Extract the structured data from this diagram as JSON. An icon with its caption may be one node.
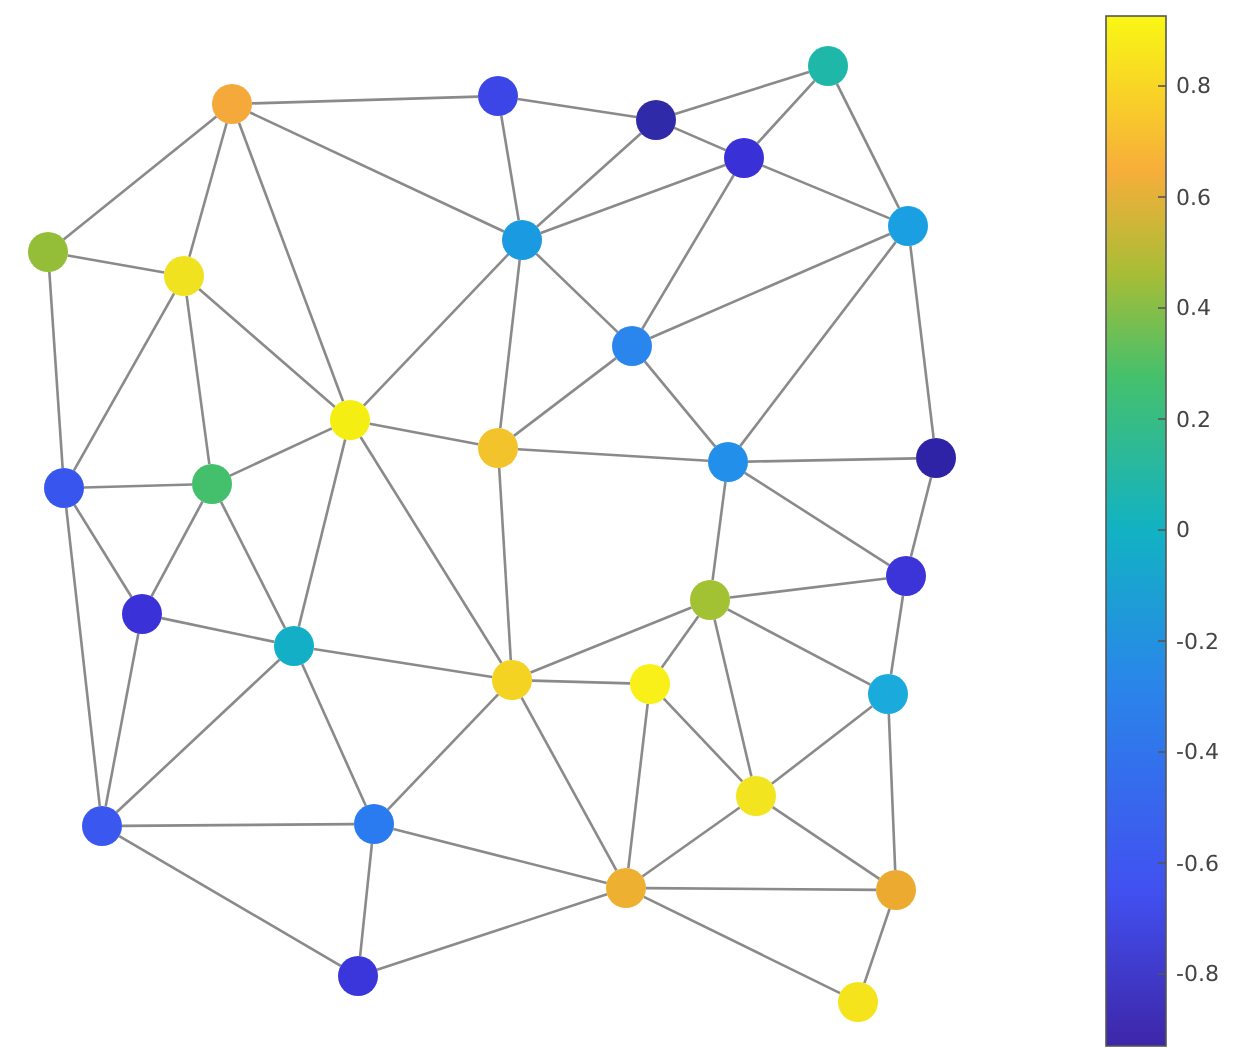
{
  "diagram": {
    "nodes": [
      {
        "text": [],
        "shape": "circle"
      },
      {
        "text": [],
        "shape": "circle"
      },
      {
        "text": [],
        "shape": "circle"
      },
      {
        "text": [],
        "shape": "circle"
      },
      {
        "text": [],
        "shape": "circle"
      },
      {
        "text": [],
        "shape": "circle"
      },
      {
        "text": [],
        "shape": "circle"
      },
      {
        "text": [],
        "shape": "circle"
      },
      {
        "text": [],
        "shape": "circle"
      },
      {
        "text": [],
        "shape": "circle"
      },
      {
        "text": [],
        "shape": "circle"
      },
      {
        "text": [],
        "shape": "circle"
      },
      {
        "text": [],
        "shape": "circle"
      },
      {
        "text": [],
        "shape": "circle"
      },
      {
        "text": [],
        "shape": "circle"
      },
      {
        "text": [],
        "shape": "circle"
      },
      {
        "text": [],
        "shape": "circle"
      },
      {
        "text": [],
        "shape": "circle"
      },
      {
        "text": [],
        "shape": "circle"
      },
      {
        "text": [],
        "shape": "circle"
      },
      {
        "text": [],
        "shape": "circle"
      },
      {
        "text": [],
        "shape": "circle"
      },
      {
        "text": [],
        "shape": "circle"
      },
      {
        "text": [],
        "shape": "circle"
      },
      {
        "text": [],
        "shape": "circle"
      },
      {
        "text": [],
        "shape": "circle"
      },
      {
        "text": [],
        "shape": "circle"
      },
      {
        "text": [],
        "shape": "circle"
      },
      {
        "text": [],
        "shape": "circle"
      },
      {
        "text": [],
        "shape": "circle"
      }
    ],
    "edges": [
      {
        "from": 0,
        "to": 1,
        "arrow": "none"
      },
      {
        "from": 0,
        "to": 5,
        "arrow": "none"
      },
      {
        "from": 0,
        "to": 6,
        "arrow": "none"
      },
      {
        "from": 0,
        "to": 10,
        "arrow": "none"
      },
      {
        "from": 0,
        "to": 7,
        "arrow": "none"
      },
      {
        "from": 1,
        "to": 2,
        "arrow": "none"
      },
      {
        "from": 1,
        "to": 7,
        "arrow": "none"
      },
      {
        "from": 2,
        "to": 3,
        "arrow": "none"
      },
      {
        "from": 2,
        "to": 4,
        "arrow": "none"
      },
      {
        "from": 2,
        "to": 7,
        "arrow": "none"
      },
      {
        "from": 3,
        "to": 4,
        "arrow": "none"
      },
      {
        "from": 3,
        "to": 8,
        "arrow": "none"
      },
      {
        "from": 4,
        "to": 7,
        "arrow": "none"
      },
      {
        "from": 4,
        "to": 8,
        "arrow": "none"
      },
      {
        "from": 4,
        "to": 9,
        "arrow": "none"
      },
      {
        "from": 5,
        "to": 6,
        "arrow": "none"
      },
      {
        "from": 5,
        "to": 12,
        "arrow": "none"
      },
      {
        "from": 6,
        "to": 10,
        "arrow": "none"
      },
      {
        "from": 6,
        "to": 12,
        "arrow": "none"
      },
      {
        "from": 6,
        "to": 13,
        "arrow": "none"
      },
      {
        "from": 7,
        "to": 9,
        "arrow": "none"
      },
      {
        "from": 7,
        "to": 10,
        "arrow": "none"
      },
      {
        "from": 7,
        "to": 11,
        "arrow": "none"
      },
      {
        "from": 8,
        "to": 9,
        "arrow": "none"
      },
      {
        "from": 8,
        "to": 14,
        "arrow": "none"
      },
      {
        "from": 8,
        "to": 15,
        "arrow": "none"
      },
      {
        "from": 9,
        "to": 11,
        "arrow": "none"
      },
      {
        "from": 9,
        "to": 14,
        "arrow": "none"
      },
      {
        "from": 10,
        "to": 11,
        "arrow": "none"
      },
      {
        "from": 10,
        "to": 13,
        "arrow": "none"
      },
      {
        "from": 10,
        "to": 17,
        "arrow": "none"
      },
      {
        "from": 10,
        "to": 20,
        "arrow": "none"
      },
      {
        "from": 11,
        "to": 14,
        "arrow": "none"
      },
      {
        "from": 11,
        "to": 20,
        "arrow": "none"
      },
      {
        "from": 12,
        "to": 13,
        "arrow": "none"
      },
      {
        "from": 12,
        "to": 16,
        "arrow": "none"
      },
      {
        "from": 12,
        "to": 23,
        "arrow": "none"
      },
      {
        "from": 13,
        "to": 16,
        "arrow": "none"
      },
      {
        "from": 13,
        "to": 17,
        "arrow": "none"
      },
      {
        "from": 14,
        "to": 15,
        "arrow": "none"
      },
      {
        "from": 14,
        "to": 18,
        "arrow": "none"
      },
      {
        "from": 14,
        "to": 19,
        "arrow": "none"
      },
      {
        "from": 15,
        "to": 19,
        "arrow": "none"
      },
      {
        "from": 16,
        "to": 17,
        "arrow": "none"
      },
      {
        "from": 16,
        "to": 23,
        "arrow": "none"
      },
      {
        "from": 17,
        "to": 20,
        "arrow": "none"
      },
      {
        "from": 17,
        "to": 23,
        "arrow": "none"
      },
      {
        "from": 17,
        "to": 24,
        "arrow": "none"
      },
      {
        "from": 18,
        "to": 19,
        "arrow": "none"
      },
      {
        "from": 18,
        "to": 20,
        "arrow": "none"
      },
      {
        "from": 18,
        "to": 21,
        "arrow": "none"
      },
      {
        "from": 18,
        "to": 22,
        "arrow": "none"
      },
      {
        "from": 18,
        "to": 25,
        "arrow": "none"
      },
      {
        "from": 19,
        "to": 22,
        "arrow": "none"
      },
      {
        "from": 20,
        "to": 21,
        "arrow": "none"
      },
      {
        "from": 20,
        "to": 24,
        "arrow": "none"
      },
      {
        "from": 20,
        "to": 26,
        "arrow": "none"
      },
      {
        "from": 21,
        "to": 25,
        "arrow": "none"
      },
      {
        "from": 21,
        "to": 26,
        "arrow": "none"
      },
      {
        "from": 22,
        "to": 25,
        "arrow": "none"
      },
      {
        "from": 22,
        "to": 27,
        "arrow": "none"
      },
      {
        "from": 23,
        "to": 24,
        "arrow": "none"
      },
      {
        "from": 23,
        "to": 28,
        "arrow": "none"
      },
      {
        "from": 24,
        "to": 26,
        "arrow": "none"
      },
      {
        "from": 24,
        "to": 28,
        "arrow": "none"
      },
      {
        "from": 25,
        "to": 26,
        "arrow": "none"
      },
      {
        "from": 25,
        "to": 27,
        "arrow": "none"
      },
      {
        "from": 26,
        "to": 27,
        "arrow": "none"
      },
      {
        "from": 26,
        "to": 29,
        "arrow": "none"
      },
      {
        "from": 26,
        "to": 28,
        "arrow": "none"
      },
      {
        "from": 27,
        "to": 29,
        "arrow": "none"
      }
    ],
    "labels": [
      "0.8",
      "0.6",
      "0.4",
      "0.2",
      "0",
      "-0.2",
      "-0.4",
      "-0.6",
      "-0.8"
    ]
  }
}
